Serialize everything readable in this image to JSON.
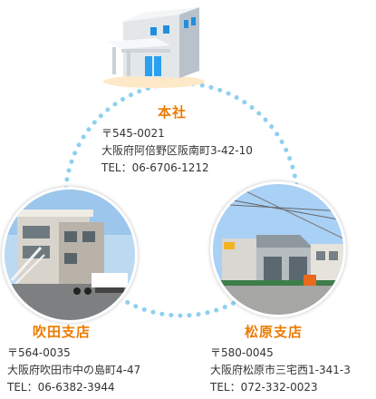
{
  "offices": {
    "headquarters": {
      "name": "本社",
      "postal": "〒545-0021",
      "address": "大阪府阿倍野区阪南町3-42-10",
      "tel": "TEL：06-6706-1212"
    },
    "suita": {
      "name": "吹田支店",
      "postal": "〒564-0035",
      "address": "大阪府吹田市中の島町4-47",
      "tel": "TEL：06-6382-3944"
    },
    "matsubara": {
      "name": "松原支店",
      "postal": "〒580-0045",
      "address": "大阪府松原市三宅西1-341-3",
      "tel": "TEL：072-332-0023"
    }
  },
  "colors": {
    "accent": "#ee7a00",
    "dots": "#8fd0f0",
    "text": "#333333"
  },
  "icons": {
    "headquarters": "office-building-icon",
    "suita": "building-photo",
    "matsubara": "factory-photo"
  }
}
